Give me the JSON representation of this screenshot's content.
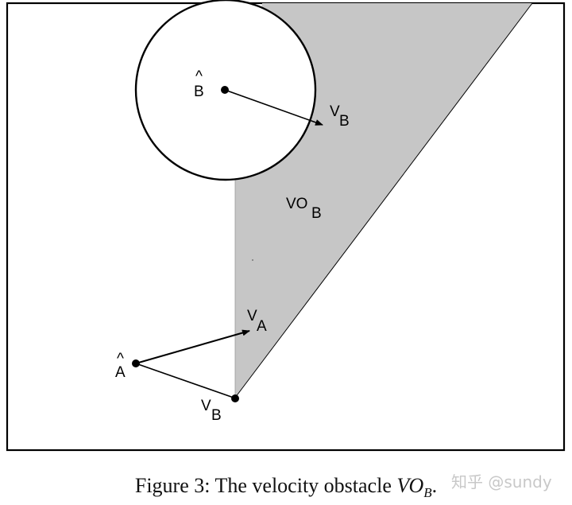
{
  "labels": {
    "b_hat": "B",
    "b_hat_accent": "^",
    "vb_top_main": "V",
    "vb_top_sub": "B",
    "vo_main": "VO",
    "vo_sub": "B",
    "va_main": "V",
    "va_sub": "A",
    "a_hat": "A",
    "a_hat_accent": "^",
    "vb_bottom_main": "V",
    "vb_bottom_sub": "B"
  },
  "caption": {
    "prefix": "Figure 3: The velocity obstacle ",
    "math_main": "VO",
    "math_sub": "B",
    "suffix": "."
  },
  "watermark": "知乎 @sundy",
  "colors": {
    "cone_fill": "#c6c6c6",
    "stroke": "#000000",
    "background": "#ffffff"
  }
}
